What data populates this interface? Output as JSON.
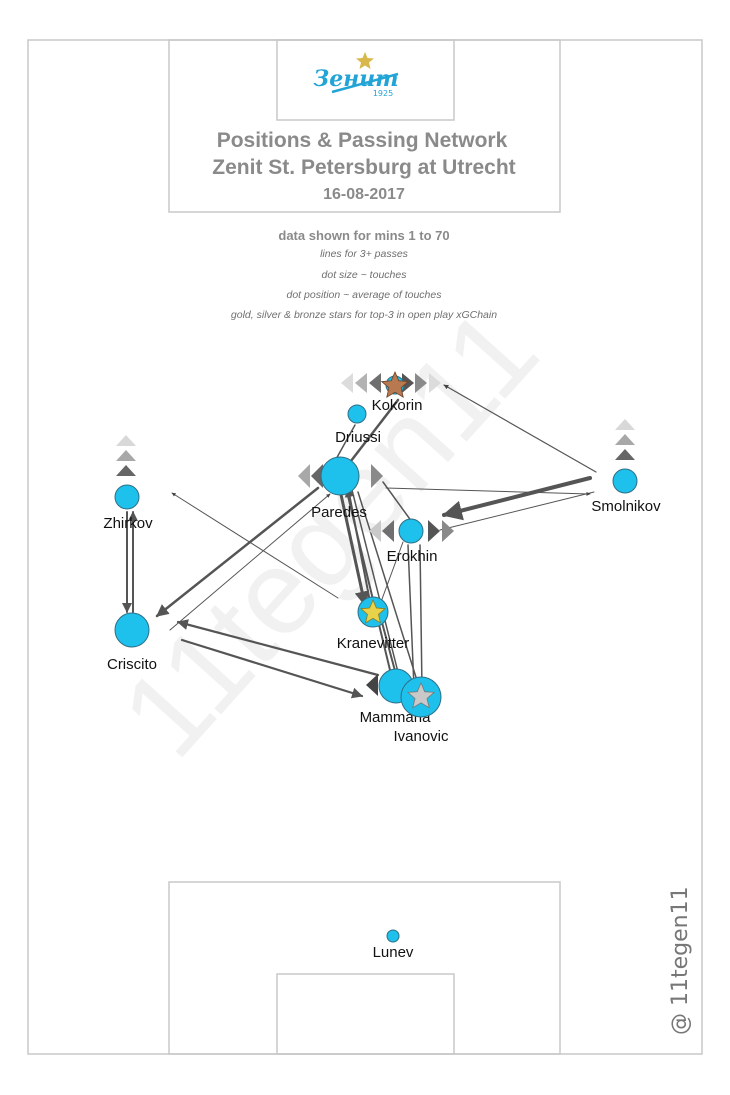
{
  "header": {
    "club_logo_text": "Зенит",
    "club_logo_year": "1925",
    "title_line1": "Positions & Passing Network",
    "title_line2": "Zenit St. Petersburg at Utrecht",
    "date": "16-08-2017"
  },
  "notes": {
    "data_range": "data shown for mins 1 to 70",
    "line_rule": "lines for 3+ passes",
    "dot_size": "dot size ~ touches",
    "dot_position": "dot position ~ average of touches",
    "stars": "gold, silver & bronze stars for top-3 in open play xGChain"
  },
  "credit": "@ 11tegen11",
  "watermark": "11tegen11",
  "colors": {
    "player_fill": "#1ec0ec",
    "player_stroke": "#2f6f86",
    "line": "#555555",
    "gold": "#e8d24a",
    "silver": "#c9c9c9",
    "bronze": "#b87850",
    "pitch_line": "#c8c8c8"
  },
  "players": [
    {
      "name": "Kokorin",
      "touches": "small",
      "star": "bronze"
    },
    {
      "name": "Driussi",
      "touches": "small",
      "star": null
    },
    {
      "name": "Zhirkov",
      "touches": "small",
      "star": null
    },
    {
      "name": "Paredes",
      "touches": "large",
      "star": null
    },
    {
      "name": "Smolnikov",
      "touches": "small",
      "star": null
    },
    {
      "name": "Erokhin",
      "touches": "small",
      "star": null
    },
    {
      "name": "Kranevitter",
      "touches": "medium",
      "star": "gold"
    },
    {
      "name": "Criscito",
      "touches": "medium",
      "star": null
    },
    {
      "name": "Mammana",
      "touches": "medium",
      "star": null
    },
    {
      "name": "Ivanovic",
      "touches": "medium",
      "star": "silver"
    },
    {
      "name": "Lunev",
      "touches": "tiny",
      "star": null
    }
  ]
}
